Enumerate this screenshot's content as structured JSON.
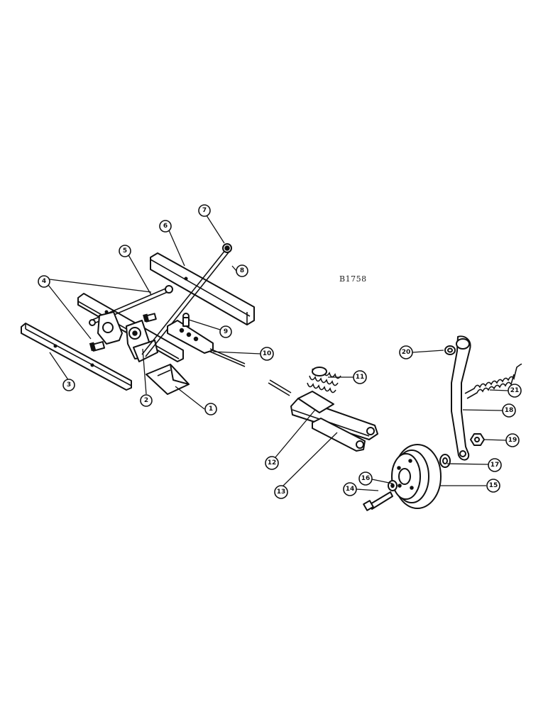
{
  "figure_id": "B1758",
  "callouts": [
    {
      "label": "1"
    },
    {
      "label": "2"
    },
    {
      "label": "3"
    },
    {
      "label": "4"
    },
    {
      "label": "5"
    },
    {
      "label": "6"
    },
    {
      "label": "7"
    },
    {
      "label": "8"
    },
    {
      "label": "9"
    },
    {
      "label": "10"
    },
    {
      "label": "11"
    },
    {
      "label": "12"
    },
    {
      "label": "13"
    },
    {
      "label": "14"
    },
    {
      "label": "15"
    },
    {
      "label": "16"
    },
    {
      "label": "17"
    },
    {
      "label": "18"
    },
    {
      "label": "19"
    },
    {
      "label": "20"
    },
    {
      "label": "21"
    }
  ]
}
